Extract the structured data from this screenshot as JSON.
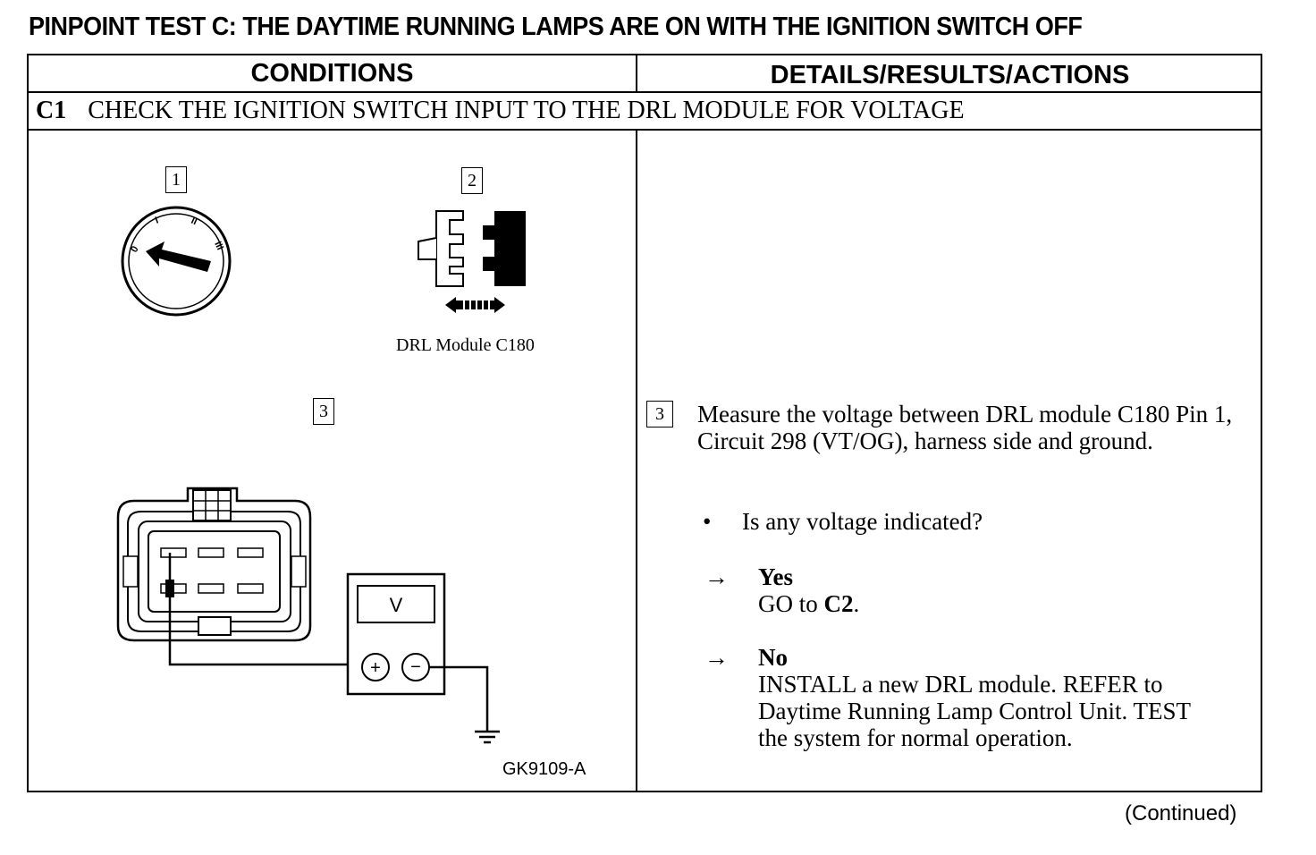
{
  "title": "PINPOINT TEST C:  THE DAYTIME RUNNING LAMPS ARE ON WITH THE IGNITION SWITCH OFF",
  "headers": {
    "conditions": "CONDITIONS",
    "details": "DETAILS/RESULTS/ACTIONS"
  },
  "step": {
    "number": "C1",
    "title": "CHECK THE IGNITION SWITCH INPUT TO THE DRL MODULE FOR VOLTAGE"
  },
  "figure": {
    "callouts": [
      "1",
      "2",
      "3"
    ],
    "switch_positions": [
      "0",
      "I",
      "II",
      "III"
    ],
    "meter_display": "V",
    "meter_plus": "+",
    "meter_minus": "−",
    "connector_caption": "DRL Module C180",
    "figure_id": "GK9109-A"
  },
  "details": {
    "callout": "3",
    "instruction": "Measure the voltage between DRL module C180 Pin 1, Circuit 298 (VT/OG), harness side and ground.",
    "question": "Is any voltage indicated?",
    "bullet": "•",
    "arrow": "→",
    "yes_label": "Yes",
    "yes_action_prefix": "GO to ",
    "yes_action_target": "C2",
    "yes_action_suffix": ".",
    "no_label": "No",
    "no_action": "INSTALL a new DRL module. REFER to Daytime Running Lamp Control Unit. TEST the system for normal operation."
  },
  "footer": {
    "continued": "(Continued)"
  }
}
